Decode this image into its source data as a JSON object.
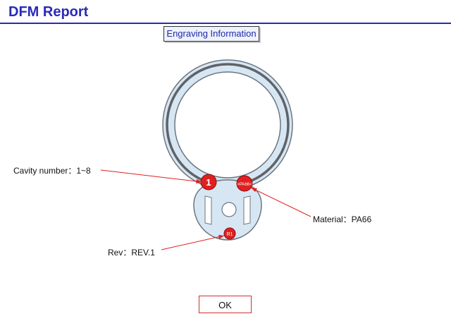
{
  "header": {
    "title": "DFM Report"
  },
  "tab": {
    "label": "Engraving Information"
  },
  "annotations": {
    "cavity": "Cavity number：1~8",
    "material": "Material：PA66",
    "rev": "Rev：REV.1"
  },
  "markers": {
    "cavity_mark": "1",
    "material_mark": ">PA66<",
    "rev_mark": "R1"
  },
  "buttons": {
    "ok": "OK"
  },
  "colors": {
    "title": "#2a2ab8",
    "part_fill": "#d7e6f3",
    "part_stroke": "#6b7580",
    "marker_red": "#e02020",
    "leader_red": "#e02020"
  }
}
